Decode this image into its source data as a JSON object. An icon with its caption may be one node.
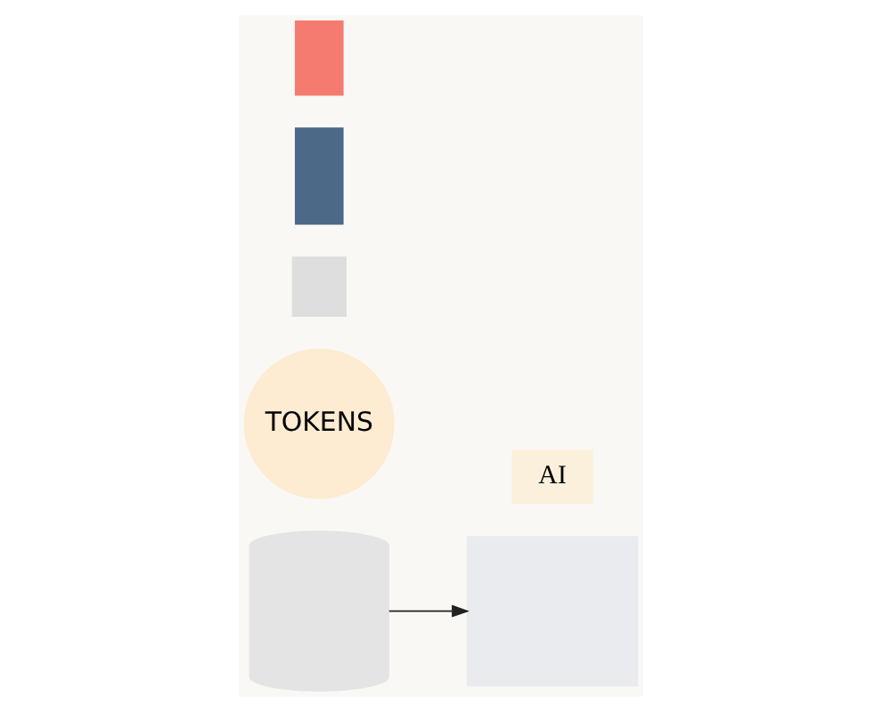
{
  "diagram": {
    "nodes": [
      {
        "text": [],
        "shape": "cylinder"
      },
      {
        "text": [
          "TOKENS"
        ]
      },
      {
        "text": [],
        "shape": "box"
      },
      {
        "text": [
          "AI"
        ]
      },
      {
        "text": [],
        "shape": "bar"
      },
      {
        "text": [],
        "shape": "bar"
      },
      {
        "text": [],
        "shape": "bar"
      }
    ],
    "edges": [
      {
        "from": 0,
        "to": 2,
        "arrow": "to"
      }
    ]
  }
}
